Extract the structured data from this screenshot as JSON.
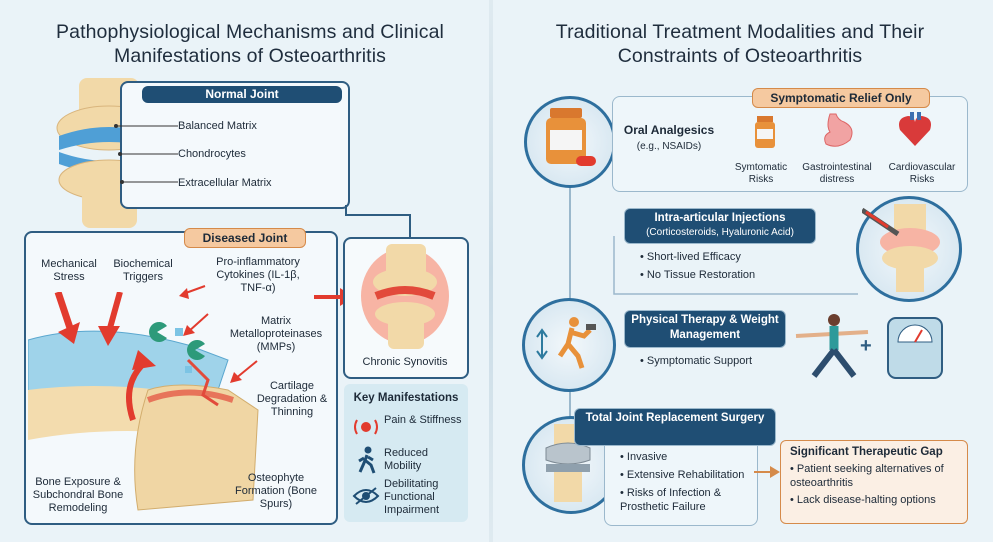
{
  "left": {
    "title": "Pathophysiological Mechanisms and Clinical Manifestations of Osteoarthritis",
    "normal_joint": {
      "header": "Normal Joint",
      "labels": [
        "Balanced Matrix",
        "Chondrocytes",
        "Extracellular Matrix"
      ]
    },
    "diseased_joint": {
      "header": "Diseased Joint",
      "mechanical_stress": "Mechanical Stress",
      "biochemical_triggers": "Biochemical Triggers",
      "cytokines": "Pro-inflammatory Cytokines (IL-1β, TNF-α)",
      "mmps": "Matrix Metalloproteinases (MMPs)",
      "cartilage": "Cartilage Degradation & Thinning",
      "bone_exposure": "Bone Exposure & Subchondral Bone Remodeling",
      "osteophyte": "Osteophyte Formation (Bone Spurs)"
    },
    "synovitis": "Chronic Synovitis",
    "key_manifestations": {
      "header": "Key Manifestations",
      "items": [
        "Pain & Stiffness",
        "Reduced Mobility",
        "Debilitating Functional Impairment"
      ]
    }
  },
  "right": {
    "title": "Traditional Treatment Modalities and Their Constraints of Osteoarthritis",
    "symptomatic_relief": "Symptomatic Relief Only",
    "oral": {
      "title": "Oral Analgesics",
      "sub": "(e.g., NSAIDs)",
      "risks": [
        "Symtomatic Risks",
        "Gastrointestinal distress",
        "Cardiovascular Risks"
      ]
    },
    "injections": {
      "title": "Intra-articular Injections",
      "sub": "(Corticosteroids, Hyaluronic Acid)",
      "bullets": [
        "Short-lived Efficacy",
        "No Tissue Restoration"
      ]
    },
    "physical": {
      "title": "Physical Therapy & Weight Management",
      "bullets": [
        "Symptomatic Support"
      ]
    },
    "surgery": {
      "title": "Total Joint Replacement Surgery",
      "bullets": [
        "Invasive",
        "Extensive Rehabilitation",
        "Risks of Infection & Prosthetic Failure"
      ]
    },
    "gap": {
      "title": "Significant Therapeutic Gap",
      "bullets": [
        "Patient seeking alternatives of osteoarthritis",
        "Lack disease-halting options"
      ]
    }
  },
  "colors": {
    "navy": "#1f4e74",
    "orange_header": "#f5c9a0",
    "teal_bg": "#d6eaf2",
    "red_arrow": "#e23b2e"
  }
}
